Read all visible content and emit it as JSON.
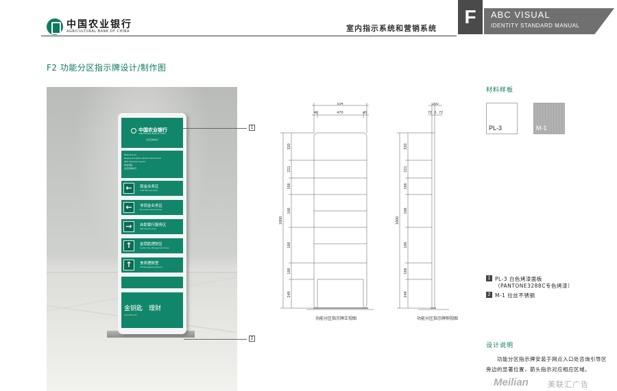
{
  "header": {
    "bank_name_cn": "中国农业银行",
    "bank_name_en": "AGRICULTURAL BANK OF CHINA",
    "section_subtitle": "室内指示系统和营销系统",
    "chapter_letter": "F",
    "manual_title": "ABC VISUAL",
    "manual_subtitle": "IDENTITY STANDARD MANUAL"
  },
  "page_title": "F2 功能分区指示牌设计/制作图",
  "render": {
    "sign_logo_cn": "中国农业银行",
    "sign_logo_en": "AGRICULTURAL BANK OF CHINA",
    "sign_branch": "北京东单支行",
    "welcome_lines": [
      "Welcome to",
      "Beijing Dongdan Centre Sub-branch",
      "ABC Premium Centre",
      "欢迎光临",
      "北京东单支行"
    ],
    "rows": [
      {
        "arrow": "←",
        "cn": "现金业务区",
        "en": "Cash Service Area"
      },
      {
        "arrow": "←",
        "cn": "非现金业务区",
        "en": "Non-Cash Service Area"
      },
      {
        "arrow": "→",
        "cn": "自助银行服务区",
        "en": "Self Service Area"
      },
      {
        "arrow": "↑",
        "cn": "金钥匙理财区",
        "en": "Golden Key Management Area"
      },
      {
        "arrow": "↑",
        "cn": "贵宾理财室",
        "en": "VIP Management Room"
      }
    ],
    "bottom_logo_left": "金钥匙",
    "bottom_logo_right": "理财",
    "bottom_logo_sub": "GOLDEN KEY",
    "callouts": [
      "1",
      "2"
    ]
  },
  "drawings": {
    "front_caption": "功能分区指示牌正视图",
    "side_caption": "功能分区指示牌侧视图",
    "front_dims": {
      "width": "554",
      "left": "40",
      "inner": "470",
      "right": "40",
      "height": "1800",
      "segments": [
        "320",
        "221",
        "166",
        "166",
        "166",
        "166",
        "249"
      ]
    },
    "side_dims": {
      "width": "200",
      "parts": [
        "72",
        "6",
        "72"
      ],
      "height": "1800",
      "segments": [
        "320",
        "221",
        "166",
        "166",
        "166",
        "166",
        "249"
      ]
    }
  },
  "materials": {
    "title": "材料样板",
    "swatches": [
      {
        "code": "PL-3",
        "color": "#ffffff"
      },
      {
        "code": "M-1",
        "color": "#a8a8a8"
      }
    ],
    "legend": [
      {
        "num": "1",
        "line1": "PL-3 白色烤漆面板",
        "line2": "（PANTONE3288C专色烤漆）"
      },
      {
        "num": "2",
        "line1": "M-1 拉丝不锈钢",
        "line2": ""
      }
    ]
  },
  "description": {
    "title": "设计说明",
    "body": "功能分区指示牌安装于网点入口处咨询引导区旁边的显著位置，箭头指示对应相应区域。"
  },
  "watermark": {
    "brand": "Meilian",
    "brand_cn": "美联汇广告"
  },
  "colors": {
    "brand_green": "#11866a",
    "title_green": "#0f7a5e",
    "band_gray": "#707070"
  }
}
